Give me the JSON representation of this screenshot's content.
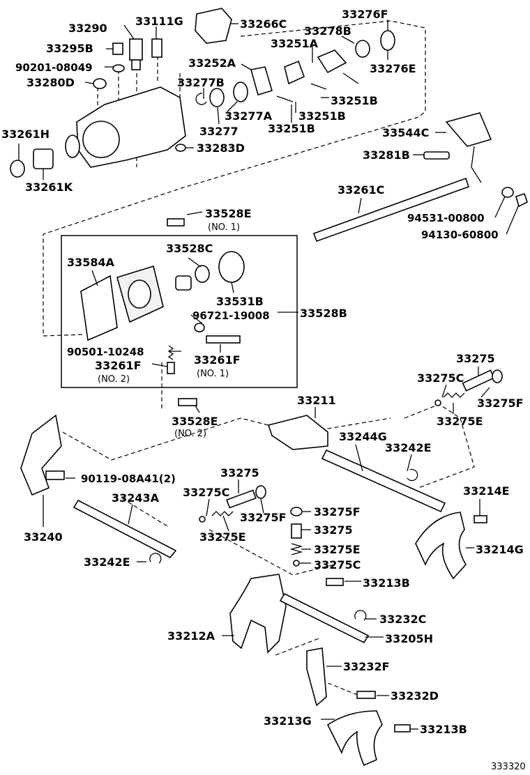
{
  "labels": {
    "p33290": "33290",
    "p33111G": "33111G",
    "p33266C": "33266C",
    "p33276F": "33276F",
    "p33278B": "33278B",
    "p33295B": "33295B",
    "p33251A": "33251A",
    "p33276E": "33276E",
    "p90201_08049": "90201-08049",
    "p33252A": "33252A",
    "p33280D": "33280D",
    "p33277B": "33277B",
    "p33251B_a": "33251B",
    "p33277A": "33277A",
    "p33251B_b": "33251B",
    "p33277": "33277",
    "p33251B_c": "33251B",
    "p33261H": "33261H",
    "p33283D": "33283D",
    "p33544C": "33544C",
    "p33261K": "33261K",
    "p33281B": "33281B",
    "p33261C": "33261C",
    "p33528E_top": "33528E",
    "p33528E_top_sub": "(NO. 1)",
    "p94531_00800": "94531-00800",
    "p94130_60800": "94130-60800",
    "p33528C": "33528C",
    "p33584A": "33584A",
    "p33531B": "33531B",
    "p96721_19008": "96721-19008",
    "p33528B": "33528B",
    "p90501_10248": "90501-10248",
    "p33261F_left": "33261F",
    "p33261F_left_sub": "(NO. 2)",
    "p33261F_right": "33261F",
    "p33261F_right_sub": "(NO. 1)",
    "p33275_r": "33275",
    "p33275C_r": "33275C",
    "p33211": "33211",
    "p33275F_r": "33275F",
    "p33528E_bot": "33528E",
    "p33528E_bot_sub": "(NO. 2)",
    "p33275E_r": "33275E",
    "p33244G": "33244G",
    "p33242E_r": "33242E",
    "p90119_08A41": "90119-08A41(2)",
    "p33275_m": "33275",
    "p33214E": "33214E",
    "p33243A": "33243A",
    "p33275C_m": "33275C",
    "p33275F_m": "33275F",
    "p33240": "33240",
    "p33275E_m": "33275E",
    "p33275F_c": "33275F",
    "p33275_c": "33275",
    "p33214G": "33214G",
    "p33275E_c": "33275E",
    "p33242E_l": "33242E",
    "p33275C_c": "33275C",
    "p33213B_a": "33213B",
    "p33232C": "33232C",
    "p33212A": "33212A",
    "p33205H": "33205H",
    "p33232F": "33232F",
    "p33232D": "33232D",
    "p33213G": "33213G",
    "p33213B_b": "33213B",
    "ref_code": "333320"
  }
}
